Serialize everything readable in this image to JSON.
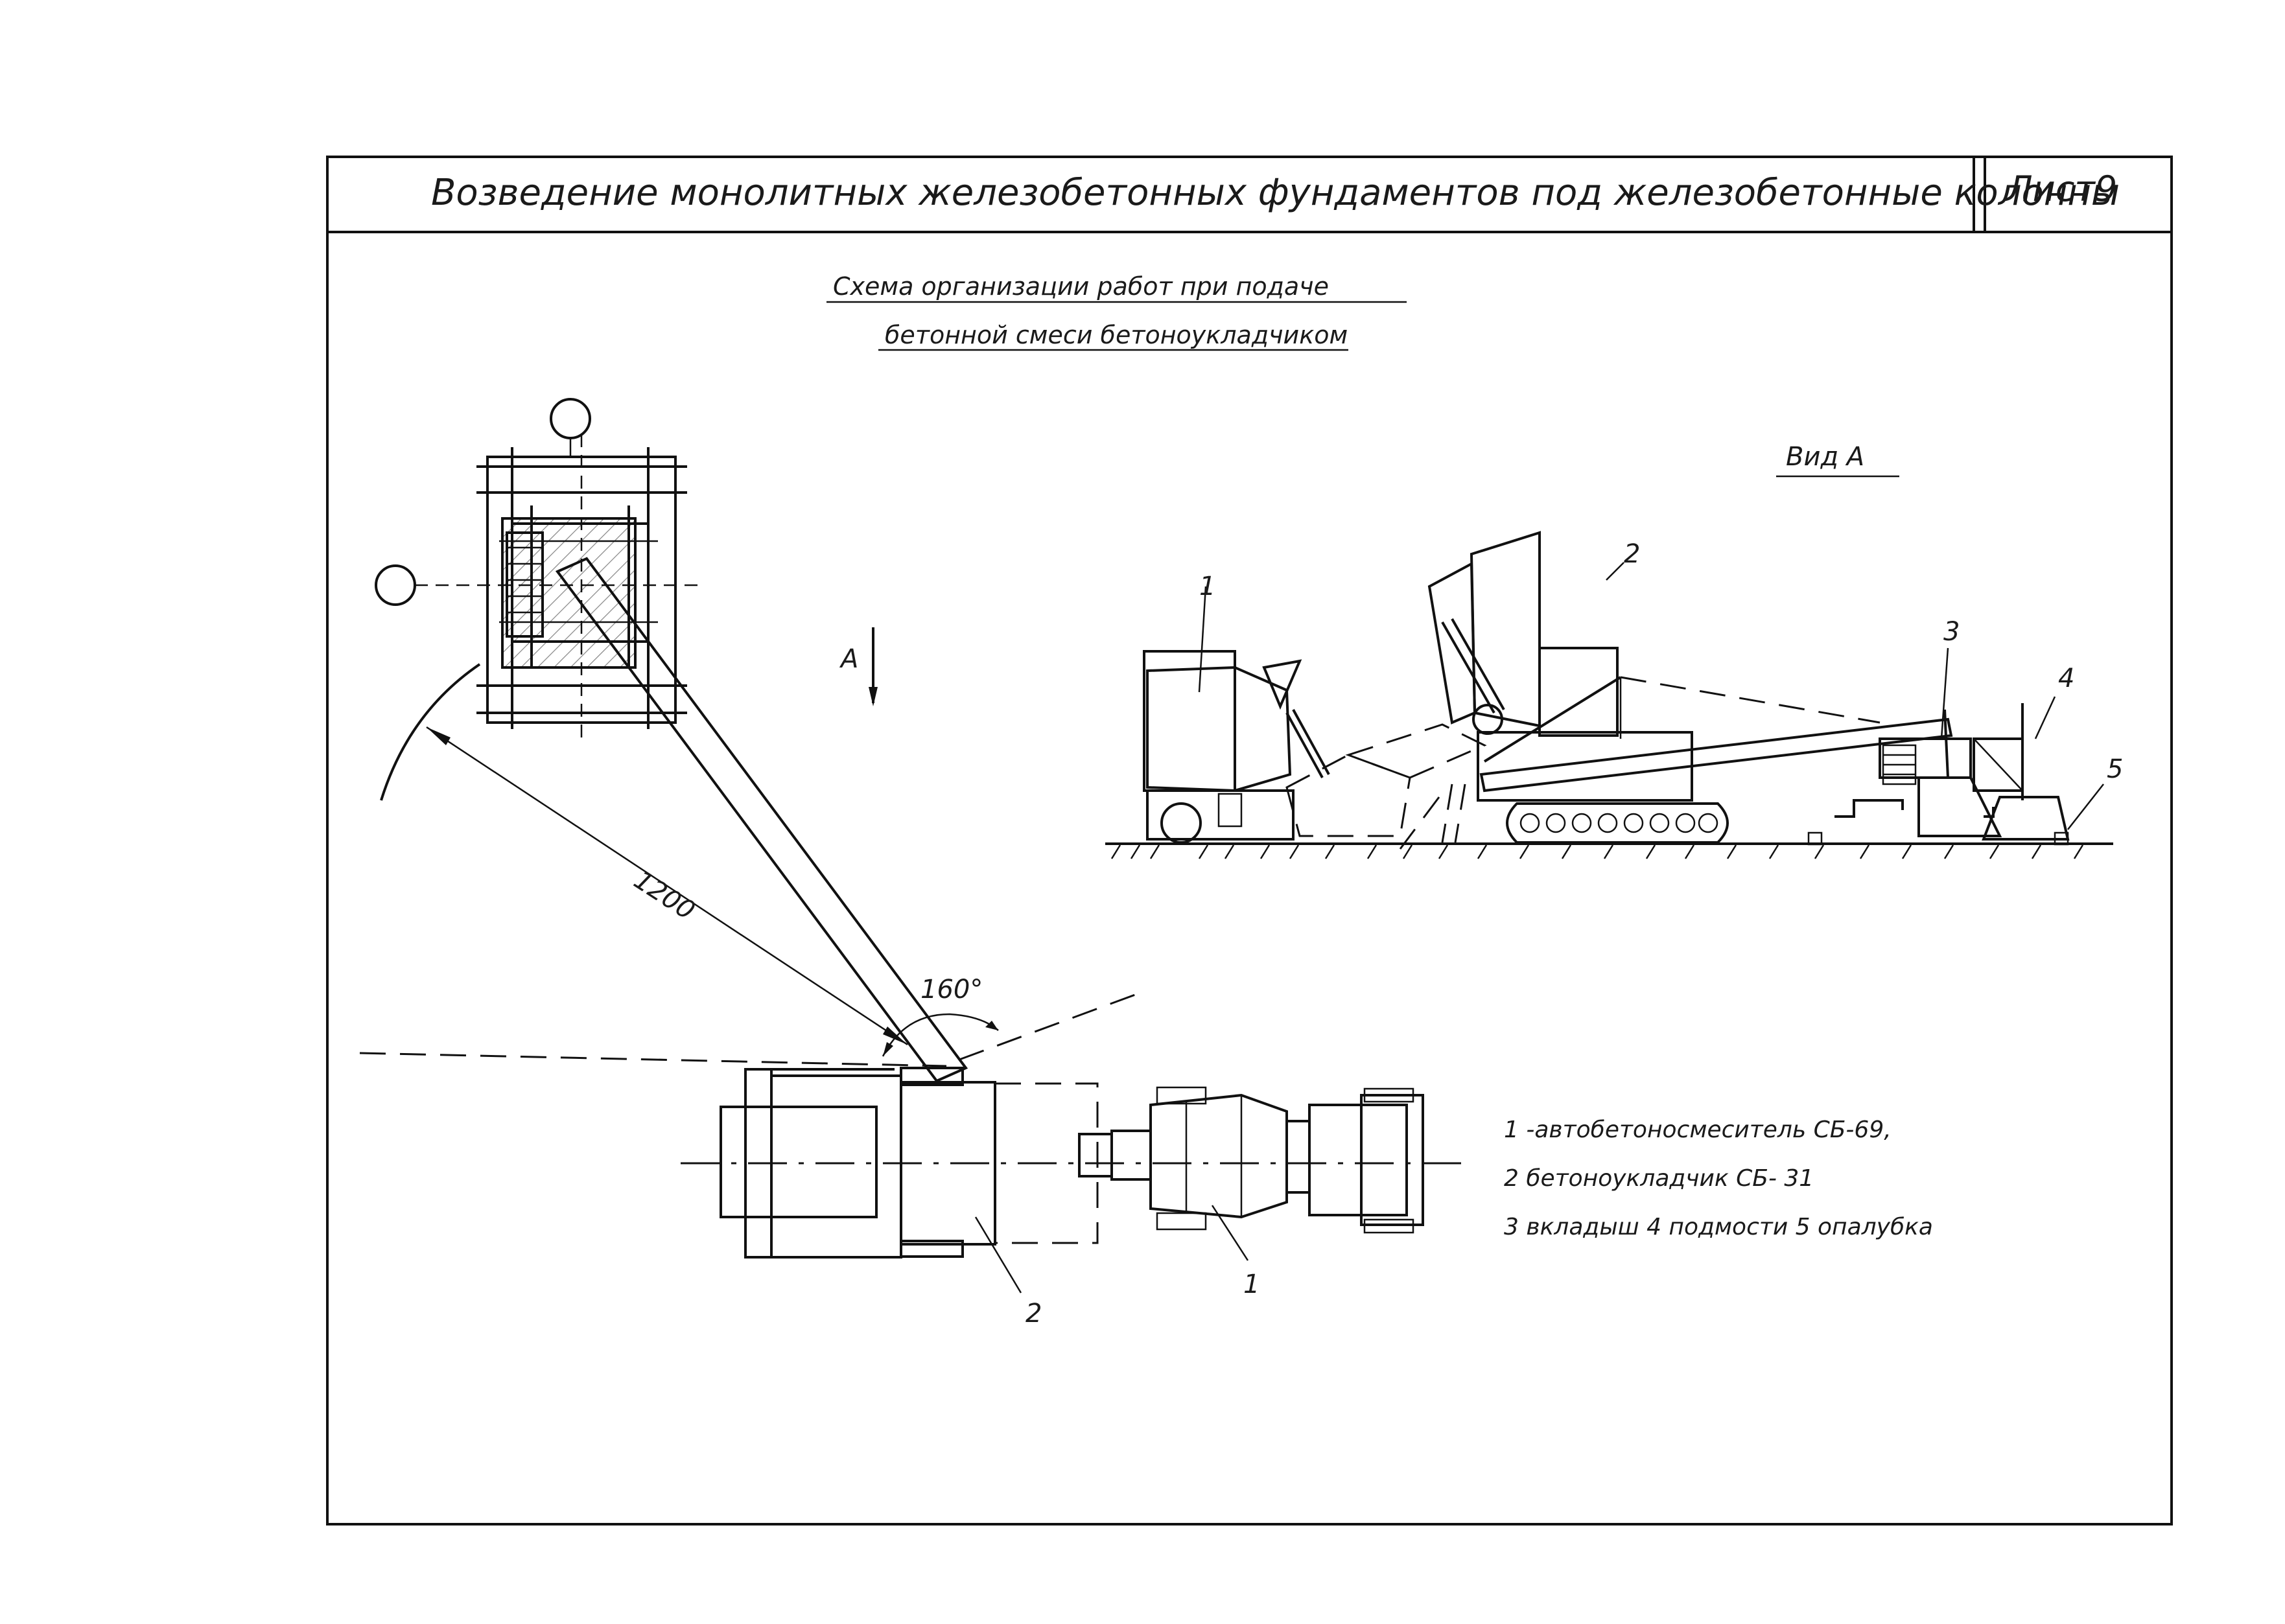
{
  "sheet": {
    "title": "Возведение монолитных железобетонных фундаментов под железобетонные колонны",
    "sheet_label": "Лист9"
  },
  "caption": {
    "line1": "Схема организации работ при подаче",
    "line2": "бетонной смеси бетоноукладчиком"
  },
  "view_label": "Вид А",
  "arrow_label": "А",
  "dimensions": {
    "radius": "1200",
    "angle": "160°"
  },
  "callouts": {
    "plan_truck": "1",
    "plan_placer": "2",
    "elev_truck": "1",
    "elev_placer": "2",
    "elev_liner": "3",
    "elev_scaffold": "4",
    "elev_formwork": "5"
  },
  "legend": [
    "1 -автобетоносмеситель СБ-69,",
    "2 бетоноукладчик СБ- 31",
    "3 вкладыш 4 подмости 5 опалубка"
  ]
}
